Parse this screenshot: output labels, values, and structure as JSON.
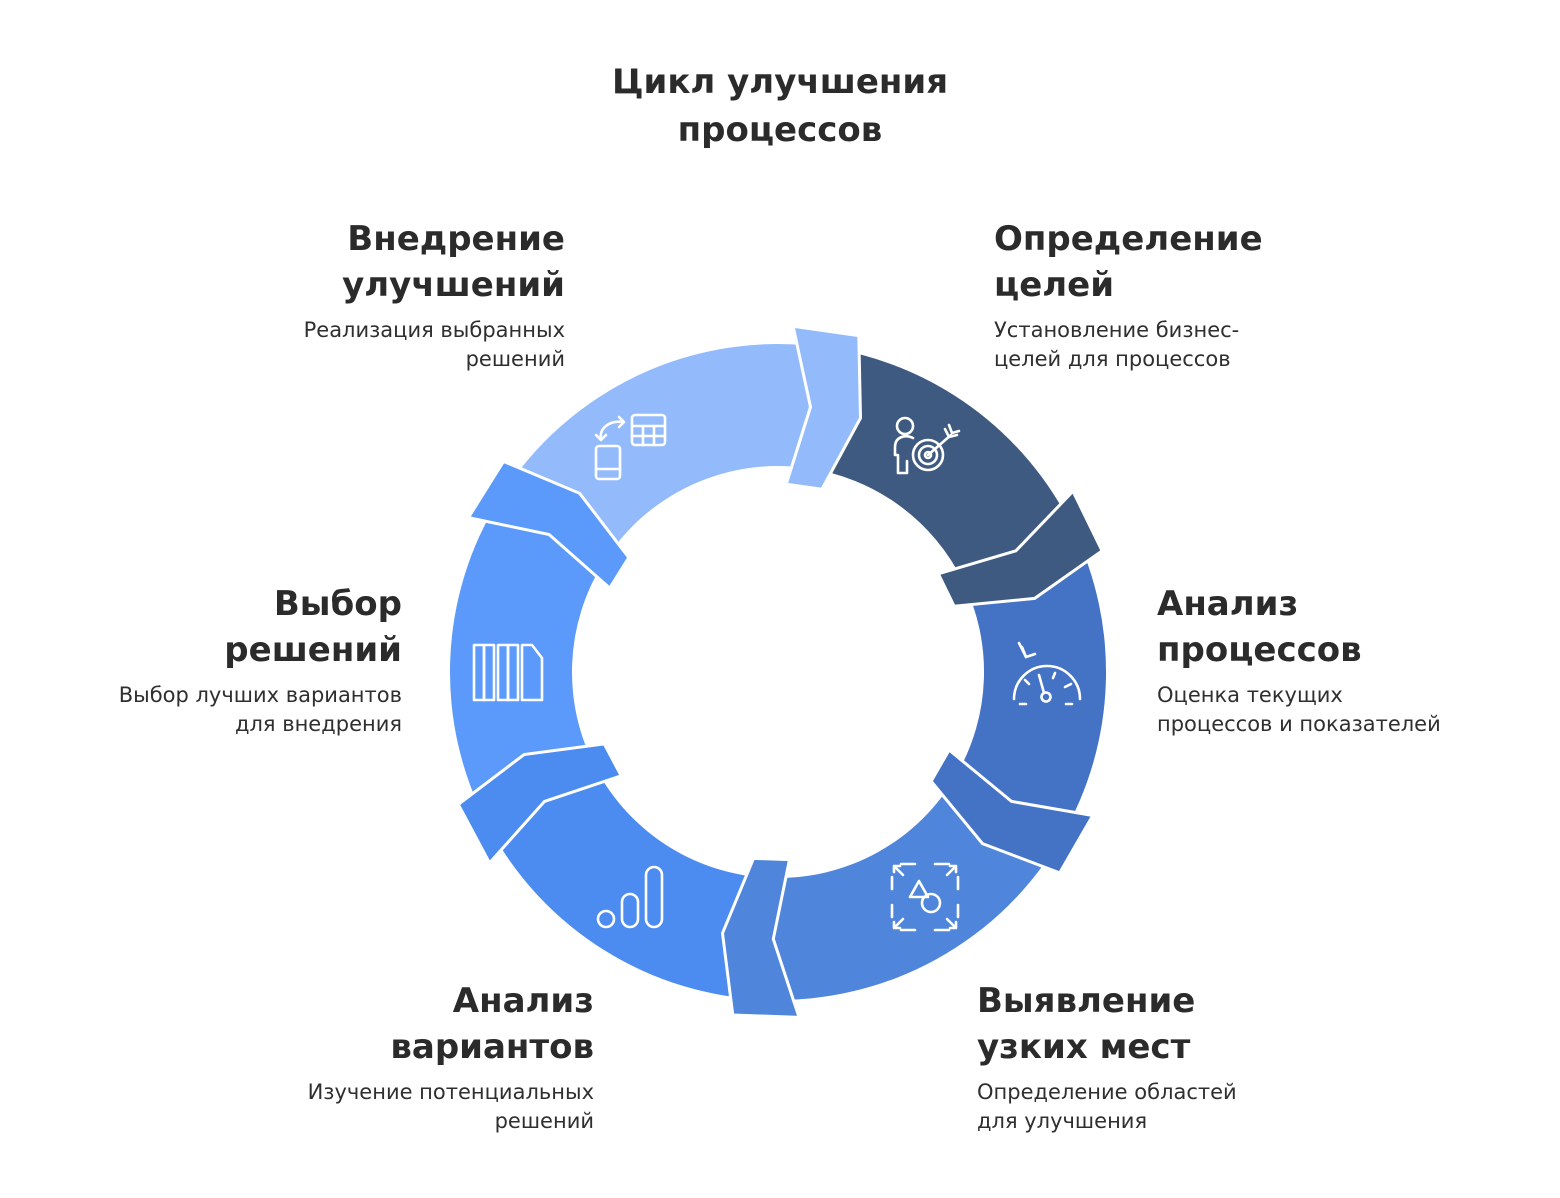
{
  "title": {
    "line1": "Цикл улучшения",
    "line2": "процессов"
  },
  "steps": [
    {
      "id": "goals",
      "title1": "Определение",
      "title2": "целей",
      "desc1": "Установление бизнес-",
      "desc2": "целей для процессов",
      "icon": "person-target-icon",
      "color": "#3F5A80"
    },
    {
      "id": "process-analysis",
      "title1": "Анализ",
      "title2": "процессов",
      "desc1": "Оценка текущих",
      "desc2": "процессов и показателей",
      "icon": "speedometer-icon",
      "color": "#4472C4"
    },
    {
      "id": "bottlenecks",
      "title1": "Выявление",
      "title2": "узких мест",
      "desc1": "Определение областей",
      "desc2": "для улучшения",
      "icon": "shapes-expand-icon",
      "color": "#4F86DB"
    },
    {
      "id": "options-analysis",
      "title1": "Анализ",
      "title2": "вариантов",
      "desc1": "Изучение потенциальных",
      "desc2": "решений",
      "icon": "bar-chart-icon",
      "color": "#4C8BEF"
    },
    {
      "id": "solution-choice",
      "title1": "Выбор",
      "title2": "решений",
      "desc1": "Выбор лучших вариантов",
      "desc2": "для внедрения",
      "icon": "books-icon",
      "color": "#5B9AFB"
    },
    {
      "id": "implementation",
      "title1": "Внедрение",
      "title2": "улучшений",
      "desc1": "Реализация выбранных",
      "desc2": "решений",
      "icon": "device-sync-table-icon",
      "color": "#93BBFB"
    }
  ]
}
